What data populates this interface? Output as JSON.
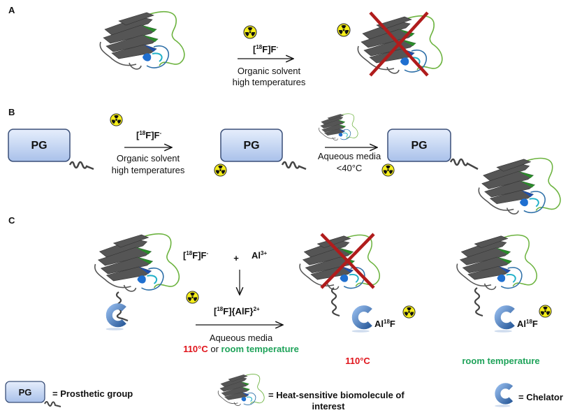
{
  "panels": {
    "a": "A",
    "b": "B",
    "c": "C"
  },
  "panel_a": {
    "reagent": "[",
    "reagent_sup": "18",
    "reagent_rest": "F]F",
    "reagent_charge": "-",
    "condition1": "Organic solvent",
    "condition2": "high temperatures"
  },
  "panel_b": {
    "pg": "PG",
    "reagent": "[",
    "reagent_sup": "18",
    "reagent_rest": "F]F",
    "reagent_charge": "-",
    "condition1": "Organic solvent",
    "condition2": "high temperatures",
    "condition3": "Aqueous media",
    "condition4": "<40°C"
  },
  "panel_c": {
    "fluoride": "[",
    "fluoride_sup": "18",
    "fluoride_rest": "F]F",
    "fluoride_charge": "-",
    "plus": "+",
    "al": "Al",
    "al_charge": "3+",
    "complex": "[",
    "complex_sup": "18",
    "complex_rest": "F]{AlF}",
    "complex_charge": "2+",
    "media": "Aqueous media",
    "temp_hot": "110°C",
    "or": " or ",
    "temp_rt": "room temperature",
    "chelate": "Al",
    "chelate_sup": "18",
    "chelate_rest": "F",
    "result_hot": "110°C",
    "result_rt": "room temperature"
  },
  "legend": {
    "pg": "PG",
    "pg_label": "= Prosthetic group",
    "bio_label1": "= Heat-sensitive biomolecule of",
    "bio_label2": "interest",
    "chelator_label": "= Chelator"
  },
  "colors": {
    "hot": "#e0141b",
    "rt": "#1fa35a",
    "cross": "#b01c1c",
    "radiation": "#f5ee1a",
    "pg_box": "#c9d8f2"
  }
}
